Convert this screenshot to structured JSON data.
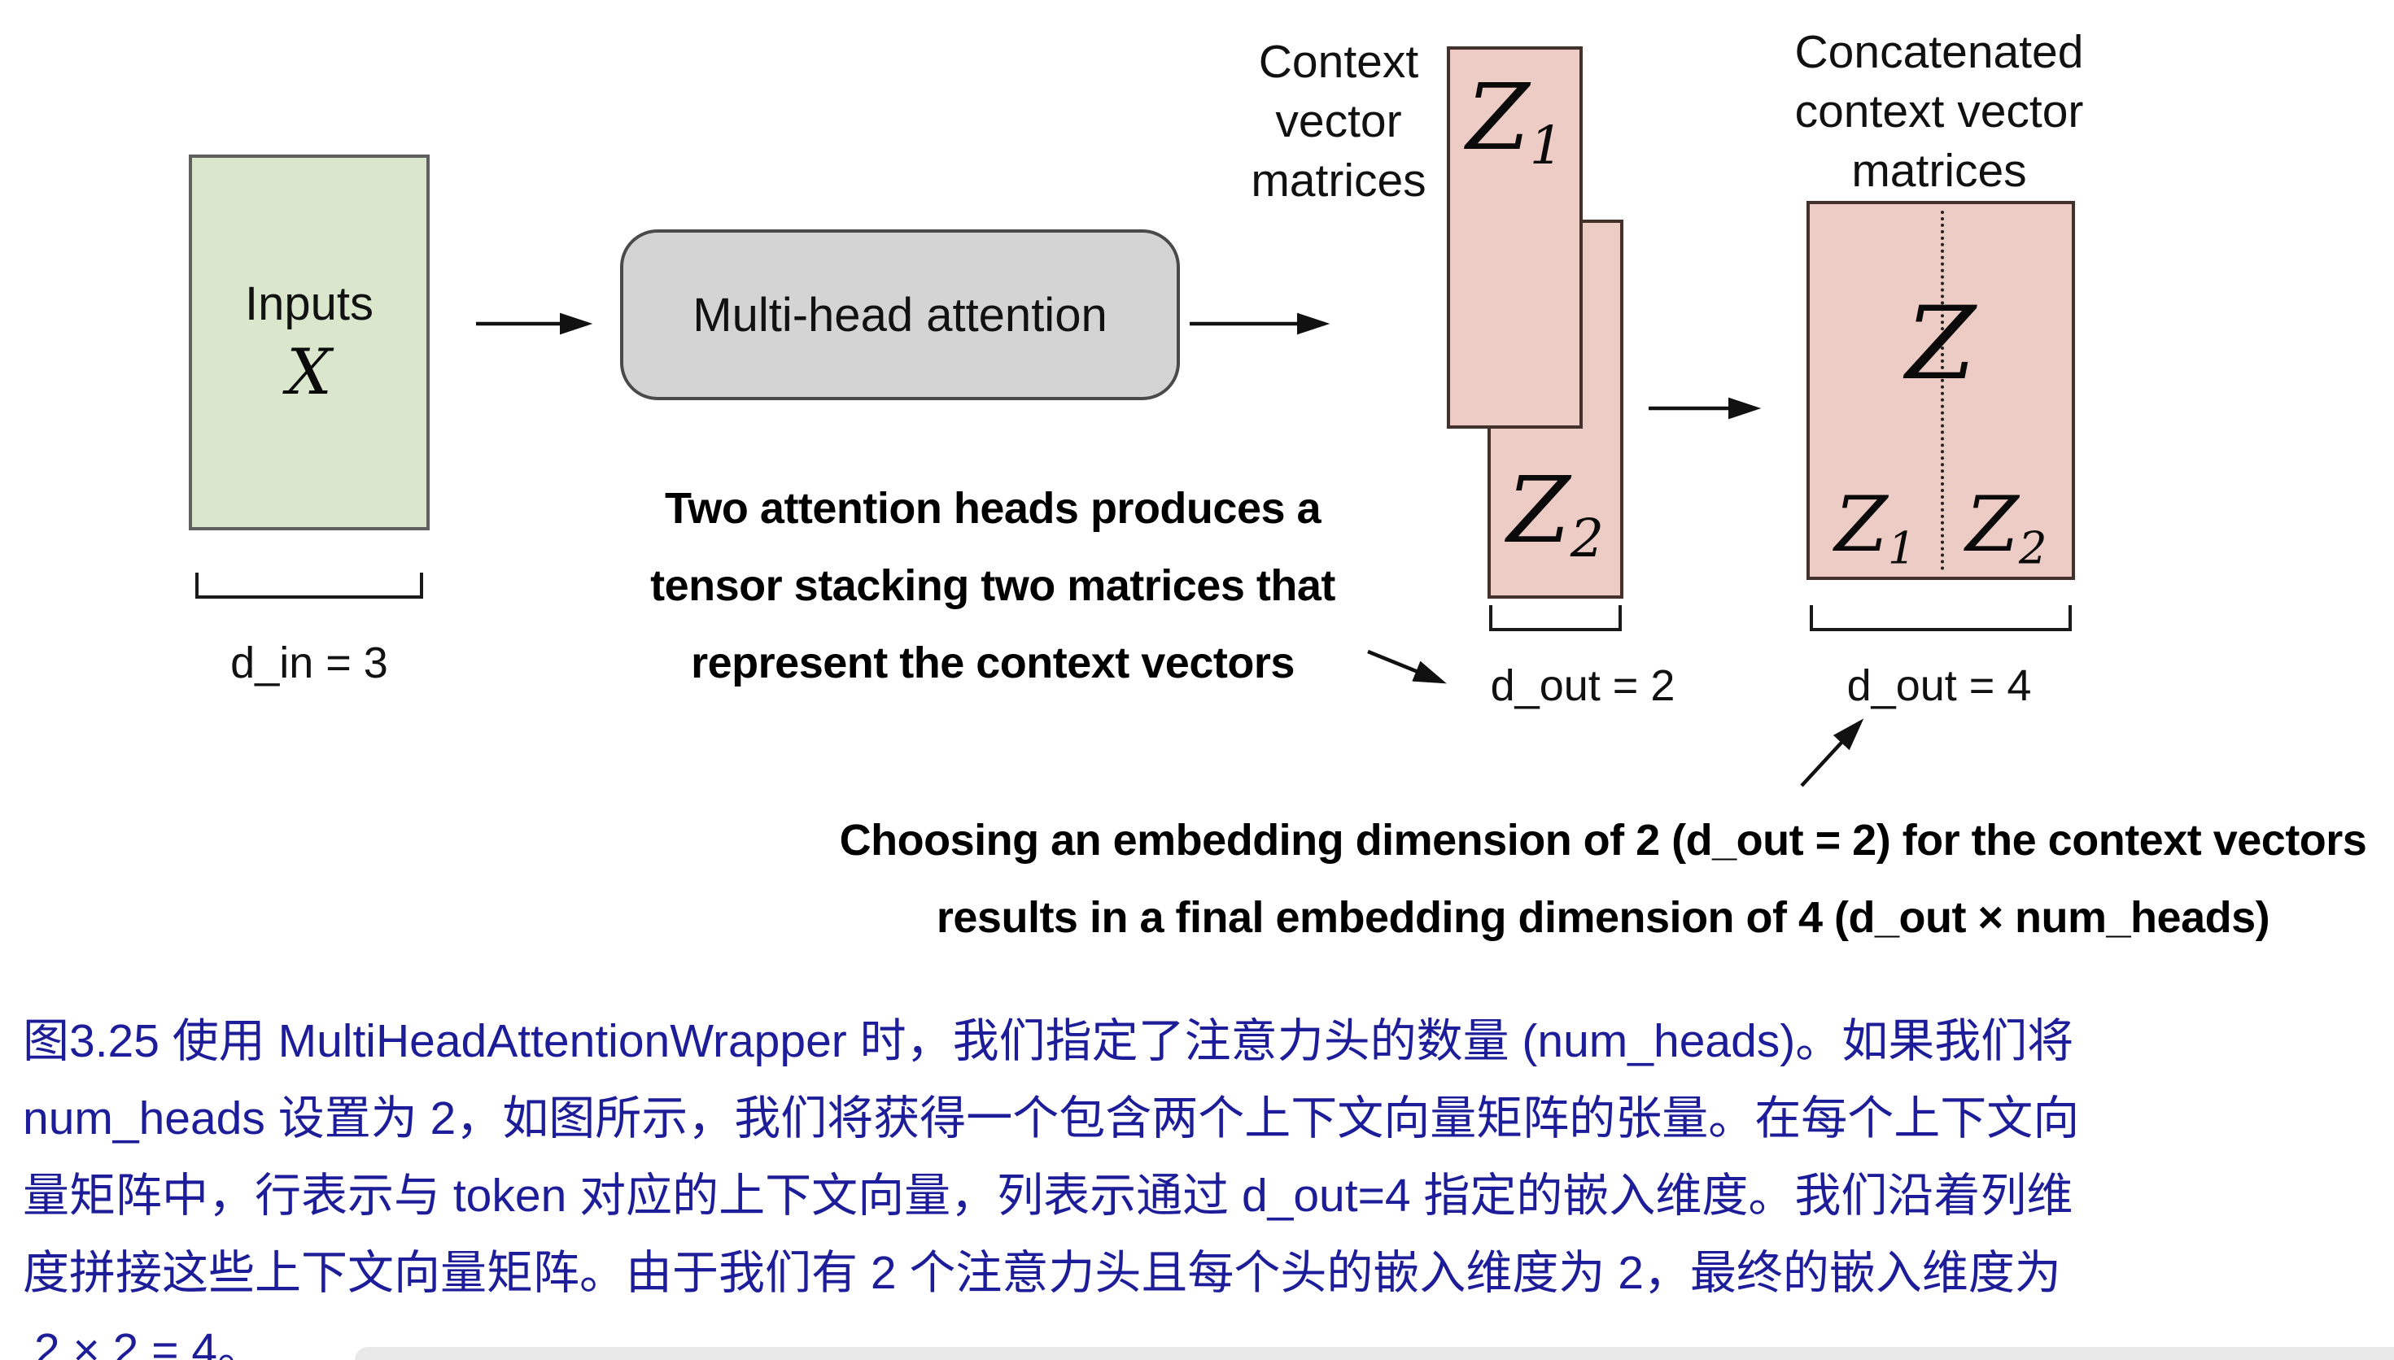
{
  "figure": {
    "inputs_box": {
      "title": "Inputs",
      "symbol": "X"
    },
    "d_in": "d_in = 3",
    "attention_box": "Multi-head attention",
    "heads_note": {
      "line1": "Two attention heads produces a",
      "line2": "tensor stacking two matrices that",
      "line3": "represent the context vectors"
    },
    "context_matrices_label": {
      "line1": "Context",
      "line2": "vector",
      "line3": "matrices"
    },
    "z1": {
      "base": "Z",
      "sub": "1"
    },
    "z2": {
      "base": "Z",
      "sub": "2"
    },
    "d_out_2": "d_out = 2",
    "concatenated_label": {
      "line1": "Concatenated",
      "line2": "context vector",
      "line3": "matrices"
    },
    "concat": {
      "z": "Z",
      "z1": {
        "base": "Z",
        "sub": "1"
      },
      "z2": {
        "base": "Z",
        "sub": "2"
      }
    },
    "d_out_4": "d_out = 4",
    "dimension_note": {
      "line1": "Choosing an embedding dimension of 2 (d_out = 2) for the context vectors",
      "line2": "results in a final embedding dimension of 4 (d_out × num_heads)"
    }
  },
  "caption": {
    "lines": [
      "图3.25 使用 MultiHeadAttentionWrapper 时，我们指定了注意力头的数量 (num_heads)。如果我们将",
      "num_heads 设置为 2，如图所示，我们将获得一个包含两个上下文向量矩阵的张量。在每个上下文向",
      "量矩阵中，行表示与 token 对应的上下文向量，列表示通过 d_out=4 指定的嵌入维度。我们沿着列维",
      "度拼接这些上下文向量矩阵。由于我们有 2 个注意力头且每个头的嵌入维度为 2，最终的嵌入维度为",
      "2 × 2 = 4。"
    ]
  },
  "colors": {
    "inputs_fill": "#dbe7cd",
    "matrix_fill": "#edccc5",
    "matrix_border": "#42322b",
    "attention_fill": "#d4d4d4",
    "caption_text": "#1d1d99",
    "diagram_ink": "#111111"
  }
}
